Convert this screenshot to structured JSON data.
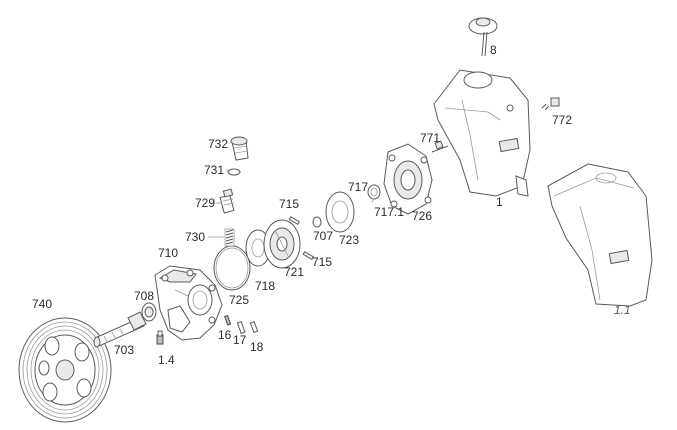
{
  "labels": {
    "p8": "8",
    "p772": "772",
    "p771": "771",
    "p1": "1",
    "p1_1": "1.1",
    "p732": "732",
    "p731": "731",
    "p729": "729",
    "p730": "730",
    "p710": "710",
    "p708": "708",
    "p740": "740",
    "p703": "703",
    "p1_4": "1.4",
    "p715a": "715",
    "p715b": "715",
    "p707": "707",
    "p721": "721",
    "p718": "718",
    "p725": "725",
    "p723": "723",
    "p717": "717",
    "p717_1": "717.1",
    "p726": "726",
    "p16": "16",
    "p17": "17",
    "p18": "18"
  }
}
